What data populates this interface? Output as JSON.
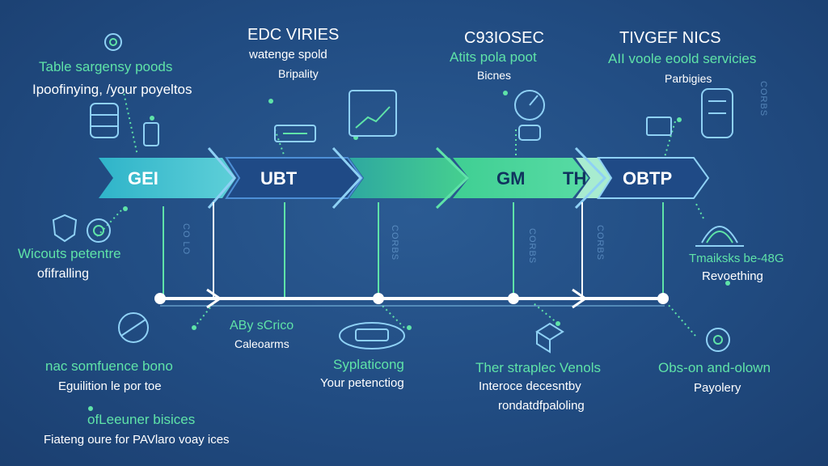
{
  "stages": [
    {
      "label": "GEI"
    },
    {
      "label": "UBT"
    },
    {
      "label": ""
    },
    {
      "label": "GM"
    },
    {
      "label": "TH"
    },
    {
      "label": "OBTP"
    }
  ],
  "top_blocks": [
    {
      "title": "Table sargensy poods",
      "subtitle": "Ipoofinying, /your poyeltos"
    },
    {
      "title": "EDC VIRIES",
      "subtitle": "watenge spold",
      "caption": "Bripality"
    },
    {
      "title": "C93IOSEC",
      "subtitle": "Atits pola poot",
      "caption": "Bicnes"
    },
    {
      "title": "TIVGEF NICS",
      "subtitle": "AII voole eoold servicies",
      "caption": "Parbigies"
    }
  ],
  "left_mid": {
    "title": "Wicouts petentre",
    "subtitle": "ofifralling"
  },
  "right_mid": {
    "title": "Tmaiksks be-48G",
    "subtitle": "Revoething"
  },
  "bottom_blocks": [
    {
      "title": "ABy sCrico",
      "subtitle": "Caleoarms"
    },
    {
      "title": "Syplaticong",
      "subtitle": "Your petenctiog"
    },
    {
      "title": "Ther straplec Venols",
      "subtitle": "Interoce decesntby",
      "caption": "rondatdfpaloling"
    },
    {
      "title": "Obs-on and-olown",
      "subtitle": "Payolery"
    }
  ],
  "bottom_left": [
    {
      "title": "nac somfuence bono",
      "subtitle": "Eguilition le por toe"
    },
    {
      "title": "ofLeeuner bisices",
      "subtitle": "Fiateng oure for PAVlaro voay ices"
    }
  ],
  "vertical_texts": [
    "CO LO",
    "CORBS",
    "CORBS",
    "CORBS",
    "CORBS"
  ],
  "colors": {
    "background": "#214c82",
    "accent_green": "#5fe3a8",
    "arrow_light": "#8fd1f5",
    "timeline": "#ffffff"
  }
}
